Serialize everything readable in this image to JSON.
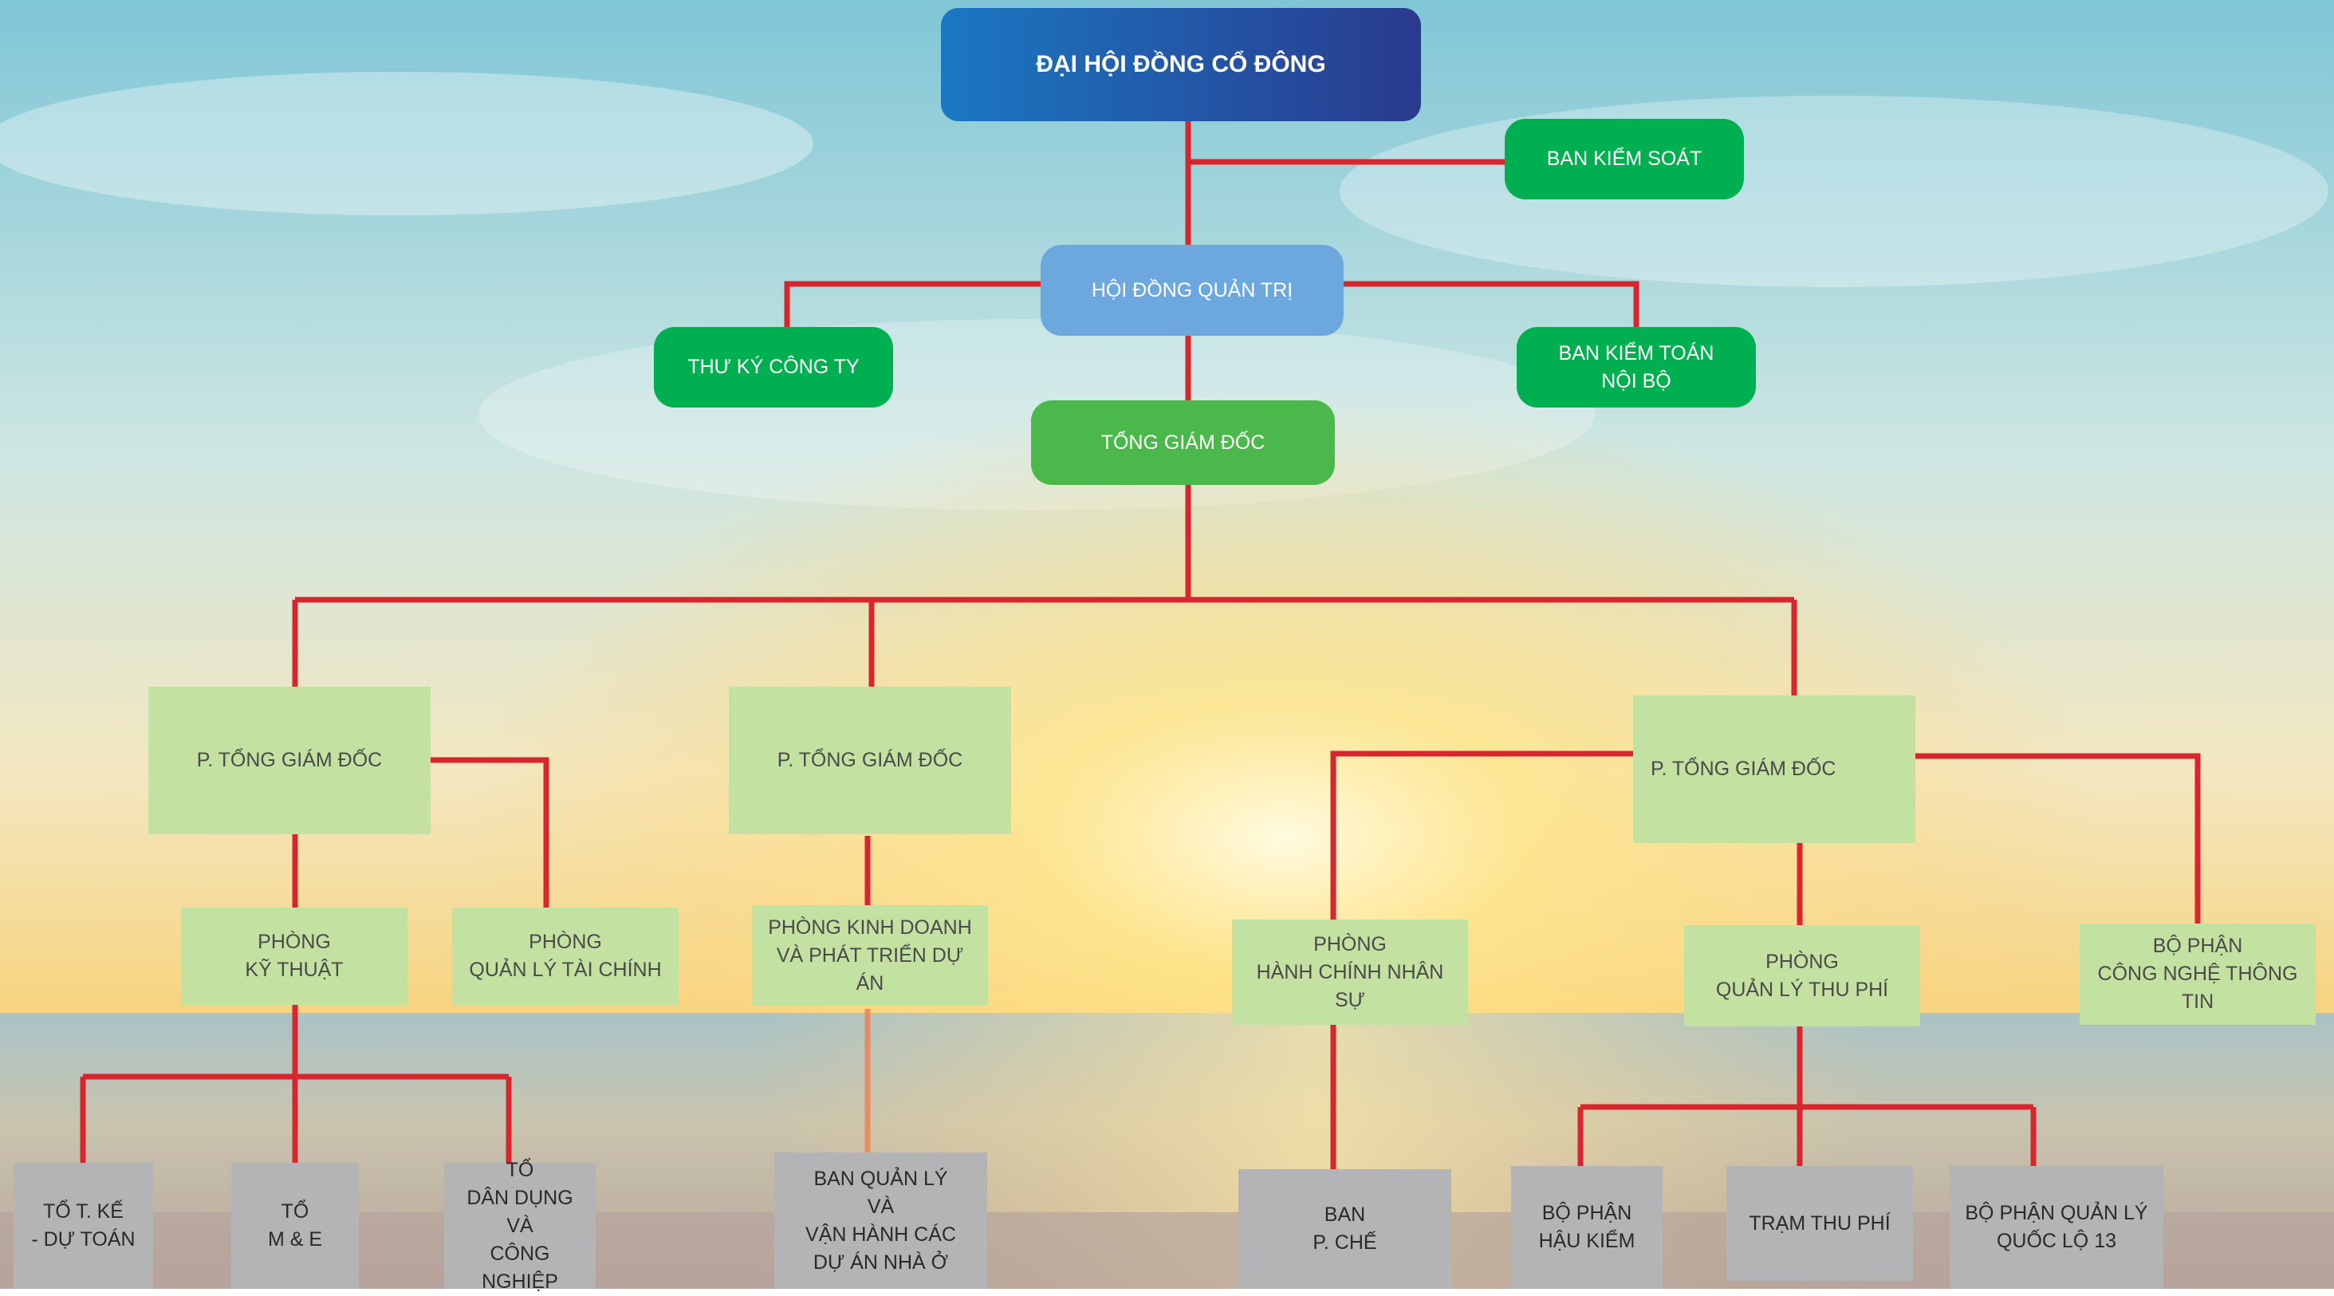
{
  "nodes": {
    "dhdcd": "ĐẠI HỘI ĐỒNG CỔ ĐÔNG",
    "ban_kiem_soat": "BAN KIỂM SOÁT",
    "hdqt": "HỘI ĐỒNG QUẢN TRỊ",
    "thu_ky": "THƯ KÝ CÔNG TY",
    "ban_kiem_toan": "BAN KIỂM TOÁN\nNỘI BỘ",
    "tgd": "TỔNG GIÁM ĐỐC",
    "ptgd_1": "P. TỔNG GIÁM ĐỐC",
    "ptgd_2": "P. TỔNG GIÁM ĐỐC",
    "ptgd_3": "P. TỔNG GIÁM ĐỐC",
    "phong_ky_thuat": "PHÒNG\nKỸ THUẬT",
    "phong_tai_chinh": "PHÒNG\nQUẢN LÝ TÀI CHÍNH",
    "phong_kinh_doanh": "PHÒNG KINH DOANH\nVÀ PHÁT TRIỂN DỰ ÁN",
    "phong_hcns": "PHÒNG\nHÀNH CHÍNH NHÂN SỰ",
    "phong_thu_phi": "PHÒNG\nQUẢN LÝ THU PHÍ",
    "bo_phan_cntt": "BỘ PHẬN\nCÔNG NGHỆ THÔNG TIN",
    "to_thiet_ke": "TỔ T. KẾ\n- DỰ TOÁN",
    "to_me": "TỔ\nM & E",
    "to_dan_dung": "TỔ\nDÂN DỤNG VÀ\nCÔNG NGHIỆP",
    "ban_quan_ly_du_an": "BAN QUẢN LÝ\nVÀ\nVẬN HÀNH CÁC\nDỰ ÁN NHÀ Ở",
    "ban_p_che": "BAN\nP. CHẾ",
    "bo_phan_hau_kiem": "BỘ PHẬN\nHẬU KIỂM",
    "tram_thu_phi": "TRẠM THU PHÍ",
    "bo_phan_ql_ql13": "BỘ PHẬN QUẢN LÝ\nQUỐC LỘ 13"
  },
  "colors": {
    "connector": "#d7262e",
    "top_gradient_start": "#1a78c2",
    "top_gradient_end": "#2a3a8e",
    "green": "#00b050",
    "light_blue": "#6ca8dd",
    "light_green": "#c3e1a1",
    "gray": "#b4b4b6"
  }
}
